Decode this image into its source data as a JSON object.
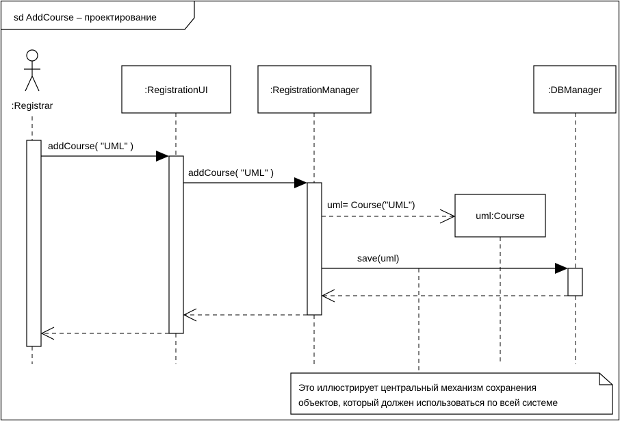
{
  "frame": {
    "title": "sd AddCourse – проектирование"
  },
  "actor": {
    "name": ":Registrar"
  },
  "lifelines": {
    "ui": ":RegistrationUI",
    "manager": ":RegistrationManager",
    "db": ":DBManager",
    "course": "uml:Course"
  },
  "messages": {
    "m1": "addCourse( \"UML\" )",
    "m2": "addCourse( \"UML\" )",
    "m3": "uml= Course(\"UML\")",
    "m4": "save(uml)"
  },
  "note": {
    "line1": "Это иллюстрирует центральный механизм сохранения",
    "line2": "объектов, который должен использоваться по всей системе"
  },
  "colors": {
    "stroke": "#000000",
    "background": "#ffffff"
  }
}
